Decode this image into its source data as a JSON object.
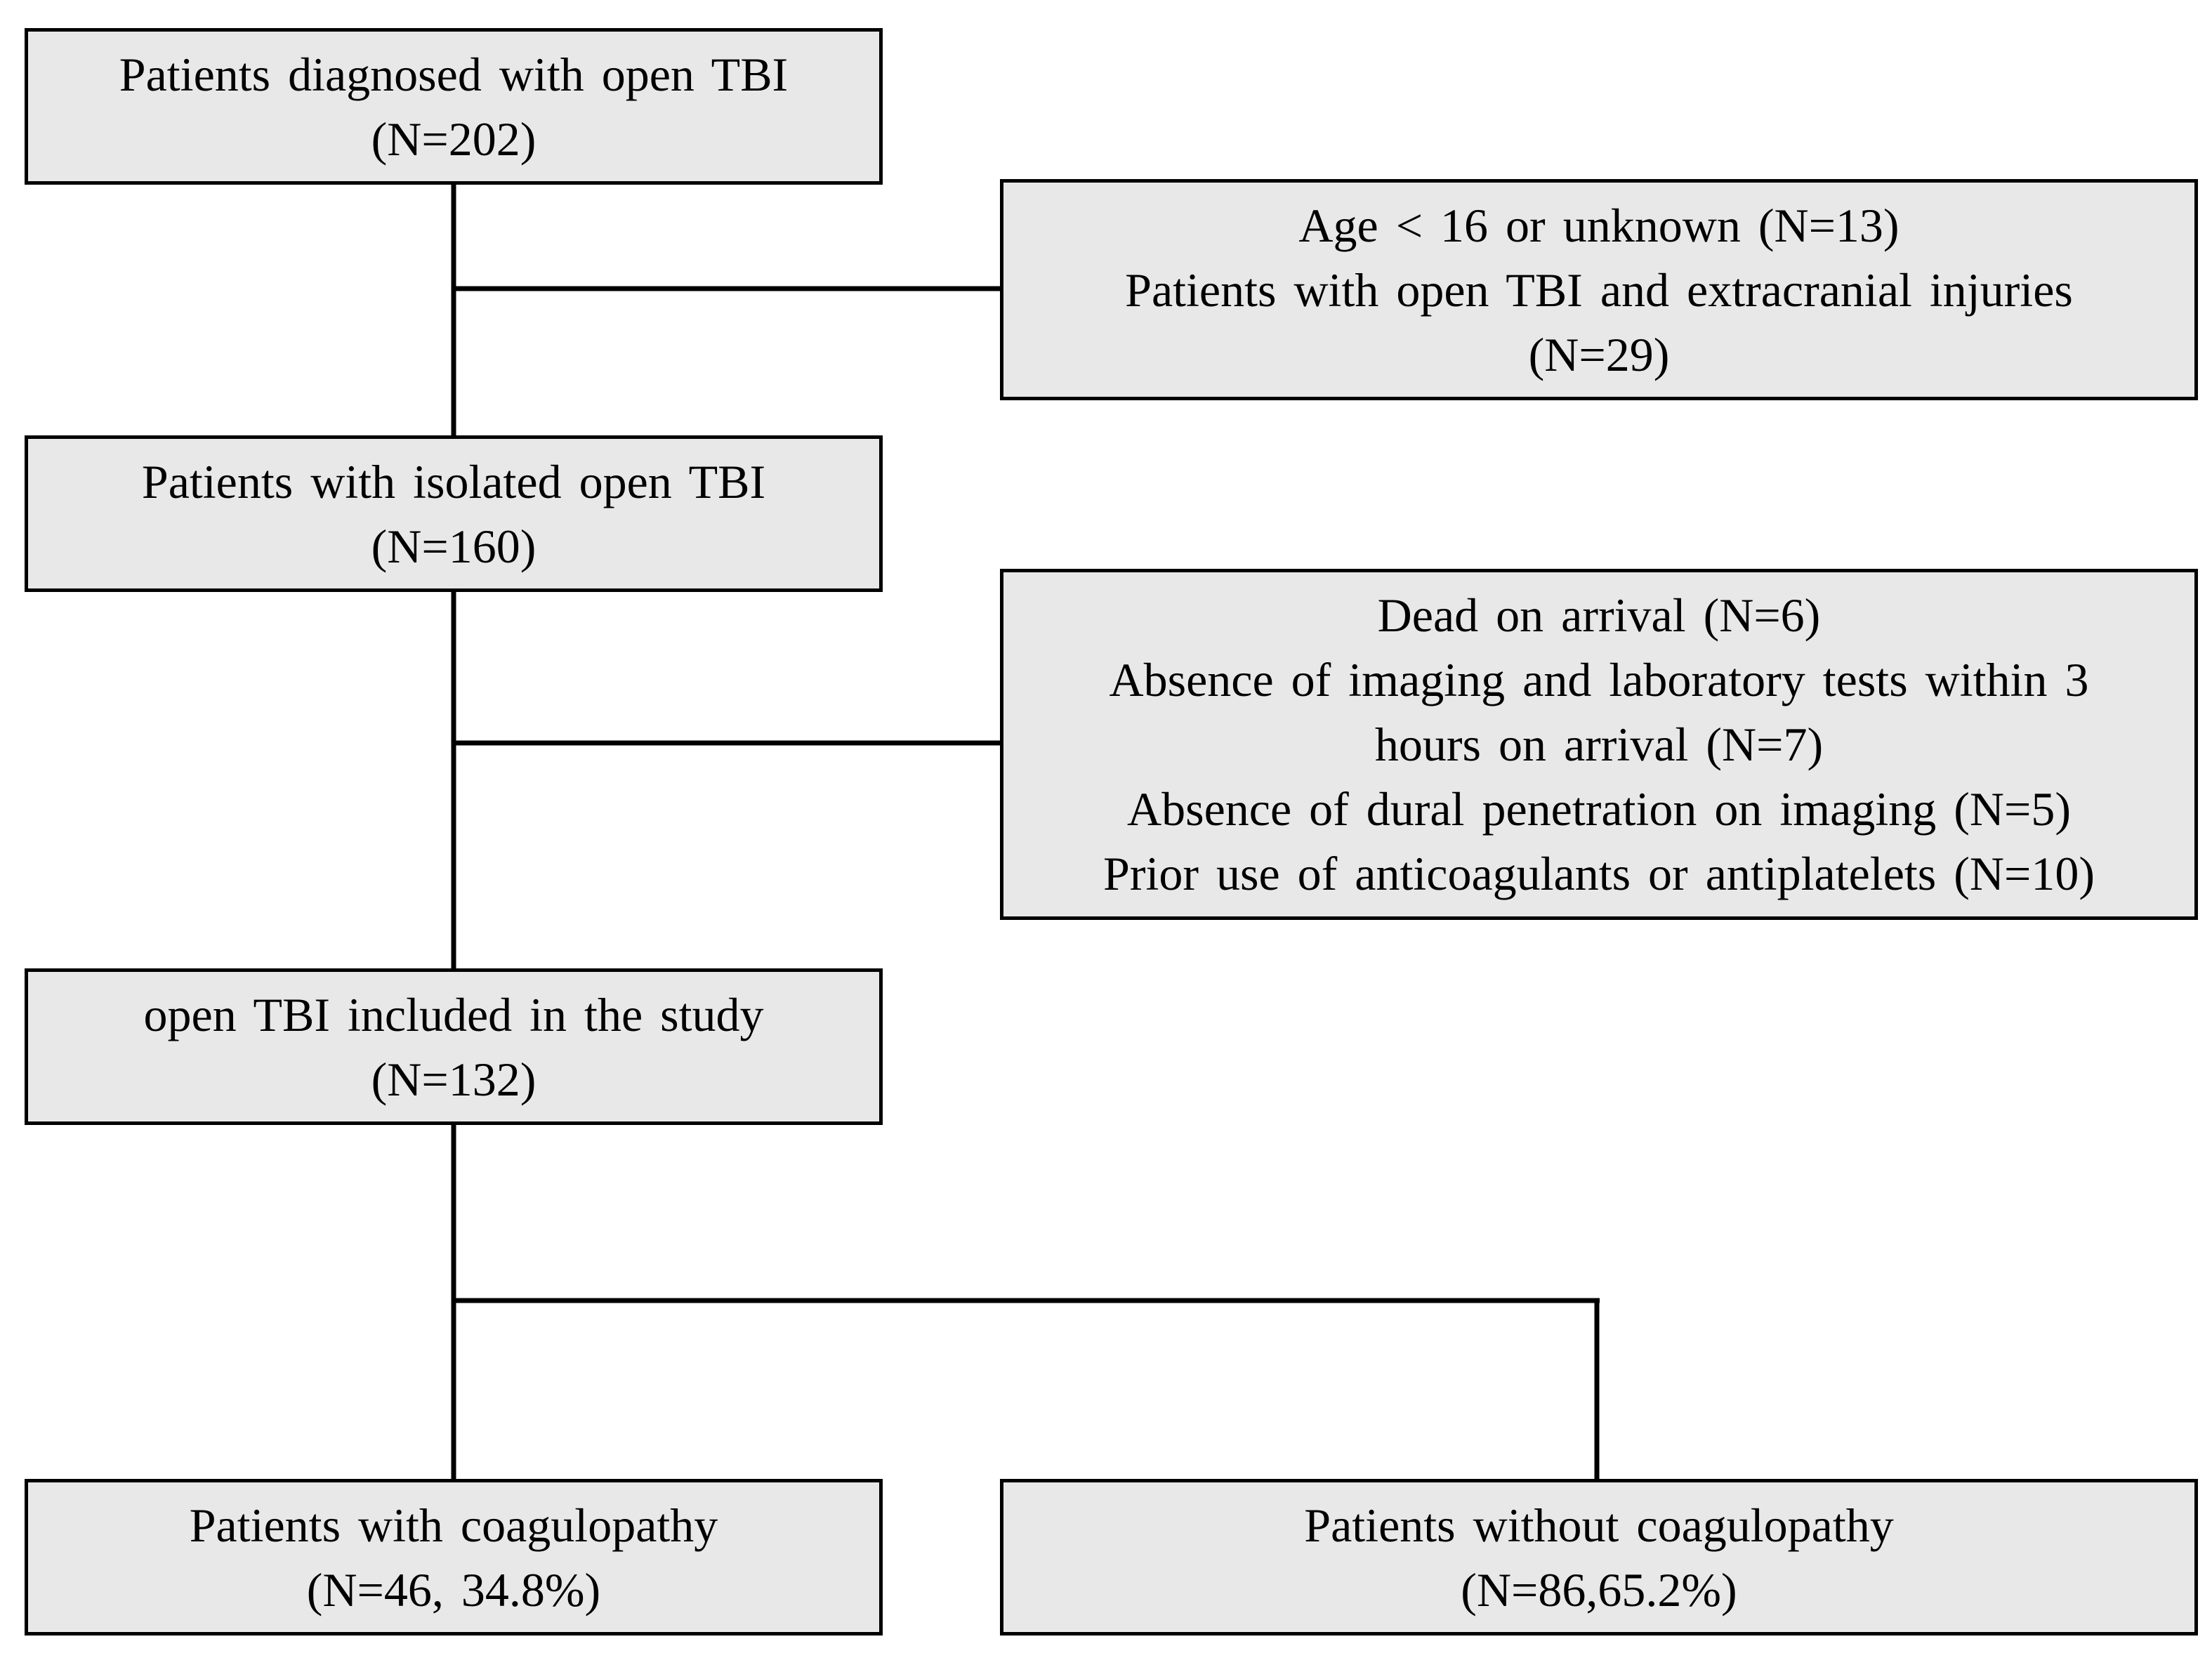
{
  "flowchart": {
    "step1": {
      "line1": "Patients diagnosed with open TBI",
      "line2": "(N=202)"
    },
    "exclusion1": {
      "line1": "Age < 16 or unknown (N=13)",
      "line2": "Patients with open TBI and extracranial injuries",
      "line3": "(N=29)"
    },
    "step2": {
      "line1": "Patients with isolated open TBI",
      "line2": "(N=160)"
    },
    "exclusion2": {
      "line1": "Dead on arrival (N=6)",
      "line2": "Absence of imaging and laboratory tests within 3",
      "line3": "hours on arrival (N=7)",
      "line4": "Absence of dural penetration on imaging (N=5)",
      "line5": "Prior use of anticoagulants or antiplatelets (N=10)"
    },
    "step3": {
      "line1": "open TBI included in the study",
      "line2": "(N=132)"
    },
    "group_coagulopathy": {
      "line1": "Patients with coagulopathy",
      "line2": "(N=46, 34.8%)"
    },
    "group_no_coagulopathy": {
      "line1": "Patients without coagulopathy",
      "line2": "(N=86,65.2%)"
    }
  },
  "colors": {
    "box_fill": "#e8e8e8",
    "stroke": "#000000"
  }
}
